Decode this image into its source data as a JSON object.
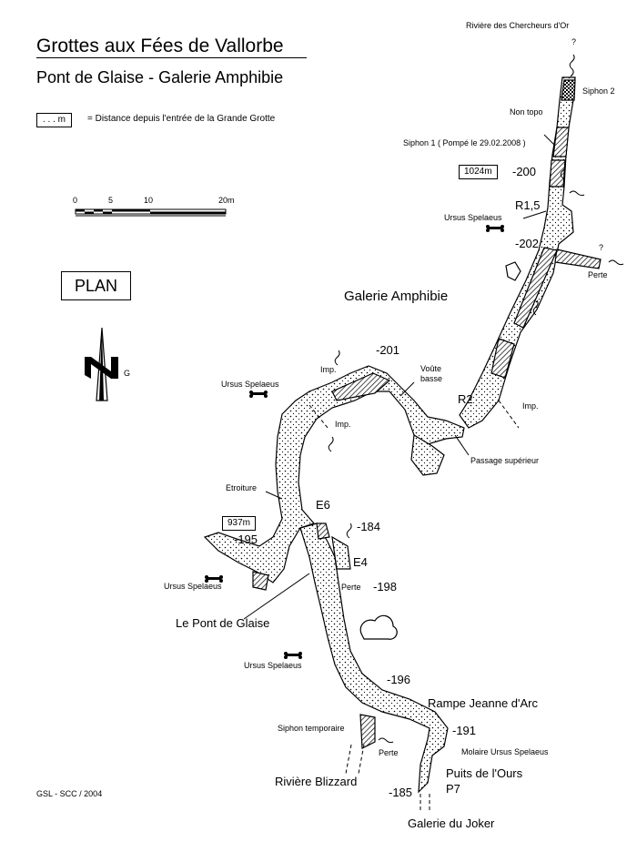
{
  "header": {
    "title": "Grottes aux Fées de Vallorbe",
    "subtitle": "Pont de Glaise  -  Galerie Amphibie"
  },
  "legend": {
    "box_text": ". . . m",
    "description": "=  Distance depuis l'entrée de la Grande Grotte"
  },
  "scale": {
    "ticks": [
      "0",
      "5",
      "10",
      "20m"
    ]
  },
  "plan_label": "PLAN",
  "north": {
    "label": "G"
  },
  "credit": "GSL - SCC  /  2004",
  "labels": {
    "riviere_chercheurs": "Rivière des Chercheurs d'Or",
    "q_top": "?",
    "siphon2": "Siphon 2",
    "non_topo": "Non topo",
    "siphon1": "Siphon 1  ( Pompé le 29.02.2008 )",
    "dist_1024": "1024m",
    "depth_200": "-200",
    "r15": "R1,5",
    "ursus1": "Ursus Spelaeus",
    "depth_202": "-202",
    "q_right": "?",
    "perte1": "Perte",
    "galerie_amphibie": "Galerie Amphibie",
    "depth_201": "-201",
    "imp1": "Imp.",
    "voute_basse": "Voûte\nbasse",
    "ursus2": "Ursus Spelaeus",
    "r2": "R2",
    "imp2": "Imp.",
    "imp3": "Imp.",
    "passage_superieur": "Passage supérieur",
    "etroiture": "Etroiture",
    "e6": "E6",
    "depth_184": "-184",
    "dist_937": "937m",
    "depth_195": "-195",
    "e4": "E4",
    "ursus3": "Ursus Spelaeus",
    "perte2": "Perte",
    "depth_198": "-198",
    "pont_de_glaise": "Le Pont de Glaise",
    "ursus4": "Ursus Spelaeus",
    "depth_196": "-196",
    "rampe": "Rampe Jeanne d'Arc",
    "depth_191": "-191",
    "siphon_temp": "Siphon temporaire",
    "perte3": "Perte",
    "molaire": "Molaire Ursus Spelaeus",
    "puits_ours": "Puits de l'Ours",
    "p7": "P7",
    "riviere_blizzard": "Rivière Blizzard",
    "depth_185": "-185",
    "galerie_joker": "Galerie du Joker"
  }
}
